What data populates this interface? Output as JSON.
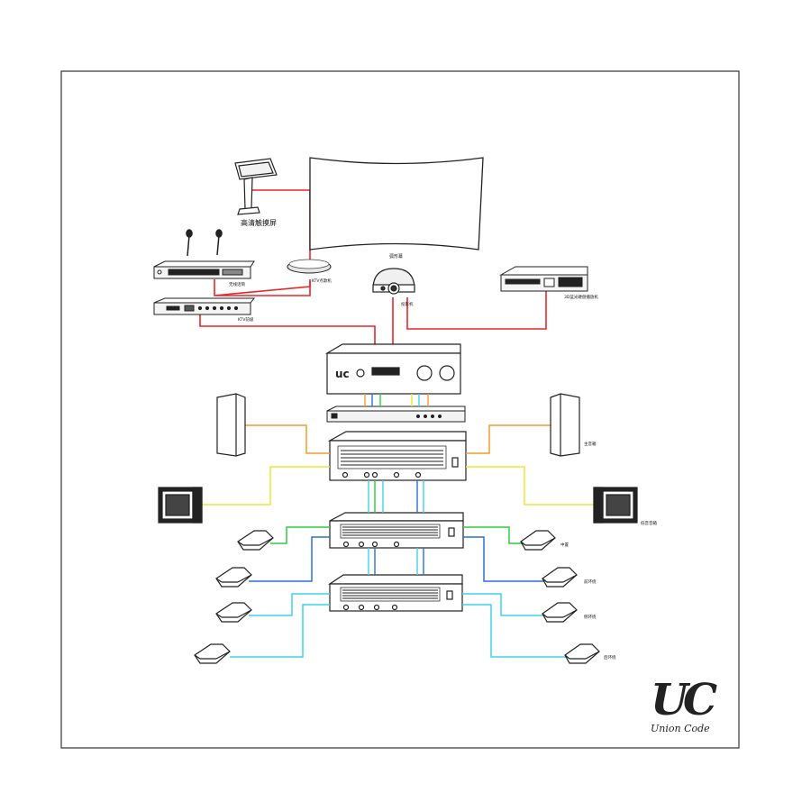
{
  "labels": {
    "touch_screen": "高清触摸屏",
    "curved_screen": "弧形幕",
    "wireless_mic": "无线话筒",
    "ktv_player": "KTV点歌机",
    "ktv_effects": "KTV前级",
    "projector": "投影机",
    "bluray_player": "3D蓝光硬盘播放机",
    "main_speaker": "主音箱",
    "subwoofer": "低音音箱",
    "center": "中置",
    "front_surround": "前环绕",
    "side_surround": "侧环绕",
    "rear_surround": "后环绕"
  },
  "logo": {
    "mark": "UC",
    "wordmark": "Union Code"
  },
  "colors": {
    "hdmi": "#e8262a",
    "main": "#f29b2f",
    "sub": "#f2e43a",
    "center": "#2ecc40",
    "front": "#2f6fd8",
    "side": "#3ed2ee",
    "rear": "#3ed2ee"
  }
}
